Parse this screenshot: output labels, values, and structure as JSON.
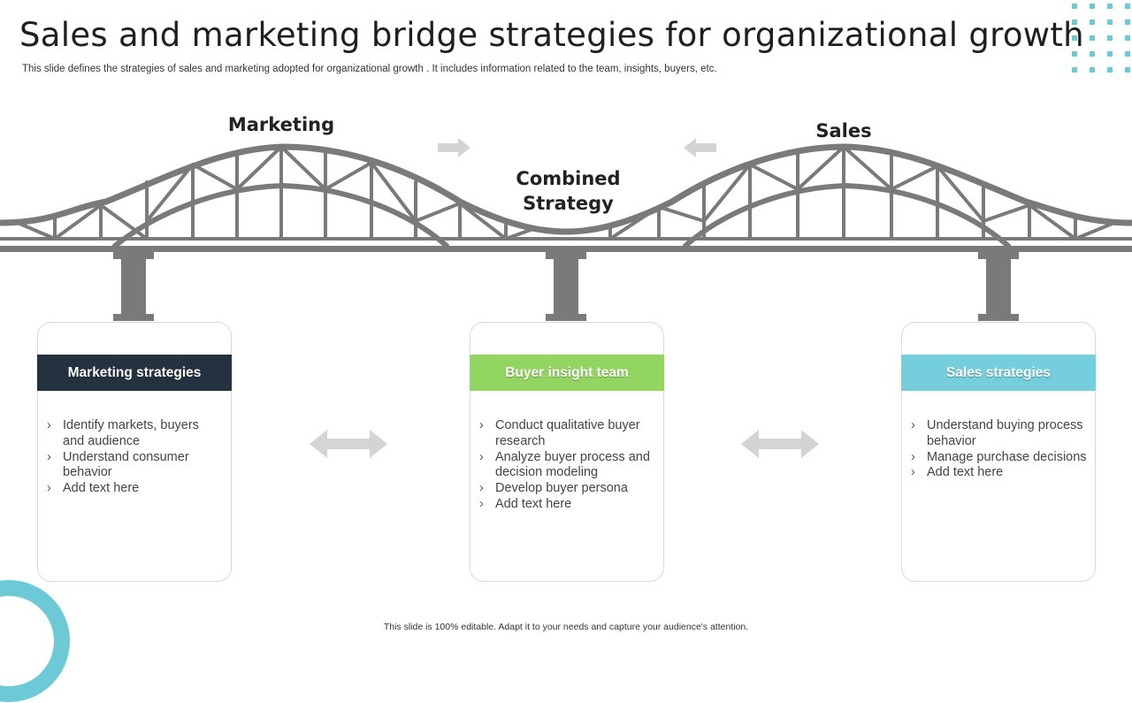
{
  "header": {
    "title": "Sales and marketing bridge strategies for organizational growth",
    "subtitle": "This slide defines the strategies of sales and marketing adopted for organizational growth . It includes information related to the team, insights, buyers, etc."
  },
  "bridge": {
    "left_label": "Marketing",
    "center_label_line1": "Combined",
    "center_label_line2": "Strategy",
    "right_label": "Sales"
  },
  "cards": [
    {
      "header": "Marketing strategies",
      "color": "#24313f",
      "items": [
        "Identify markets, buyers and audience",
        "Understand consumer behavior",
        "Add text here"
      ]
    },
    {
      "header": "Buyer insight team",
      "color": "#92d561",
      "items": [
        "Conduct qualitative buyer research",
        "Analyze buyer process and decision modeling",
        "Develop buyer persona",
        "Add text here"
      ]
    },
    {
      "header": "Sales strategies",
      "color": "#74cedb",
      "items": [
        "Understand buying process behavior",
        "Manage purchase decisions",
        "Add text here"
      ]
    }
  ],
  "colors": {
    "bridge": "#7a7a7a",
    "arrows": "#d4d4d4",
    "accent": "#6cc9d6"
  },
  "footer": "This slide is 100% editable. Adapt it to your needs and capture your audience's attention."
}
